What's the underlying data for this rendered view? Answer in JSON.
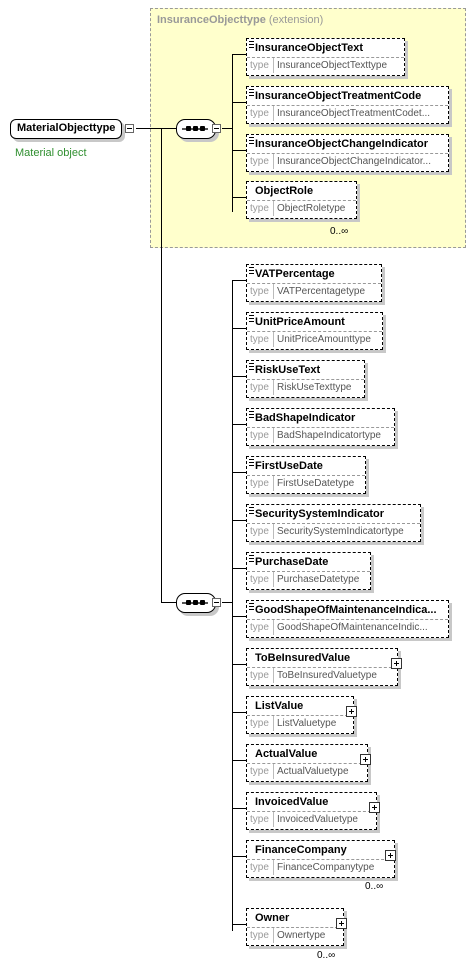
{
  "extension": {
    "name": "InsuranceObjecttype",
    "suffix": "(extension)"
  },
  "root": {
    "name": "MaterialObjecttype",
    "documentation": "Material object"
  },
  "type_label": "type",
  "group1": [
    {
      "name": "InsuranceObjectText",
      "type": "InsuranceObjectTexttype"
    },
    {
      "name": "InsuranceObjectTreatmentCode",
      "type": "InsuranceObjectTreatmentCodet..."
    },
    {
      "name": "InsuranceObjectChangeIndicator",
      "type": "InsuranceObjectChangeIndicator..."
    },
    {
      "name": "ObjectRole",
      "type": "ObjectRoletype",
      "occurs": "0..∞"
    }
  ],
  "group2": [
    {
      "name": "VATPercentage",
      "type": "VATPercentagetype"
    },
    {
      "name": "UnitPriceAmount",
      "type": "UnitPriceAmounttype"
    },
    {
      "name": "RiskUseText",
      "type": "RiskUseTexttype"
    },
    {
      "name": "BadShapeIndicator",
      "type": "BadShapeIndicatortype"
    },
    {
      "name": "FirstUseDate",
      "type": "FirstUseDatetype"
    },
    {
      "name": "SecuritySystemIndicator",
      "type": "SecuritySystemIndicatortype"
    },
    {
      "name": "PurchaseDate",
      "type": "PurchaseDatetype"
    },
    {
      "name": "GoodShapeOfMaintenanceIndica...",
      "type": "GoodShapeOfMaintenanceIndic..."
    },
    {
      "name": "ToBeInsuredValue",
      "type": "ToBeInsuredValuetype"
    },
    {
      "name": "ListValue",
      "type": "ListValuetype"
    },
    {
      "name": "ActualValue",
      "type": "ActualValuetype"
    },
    {
      "name": "InvoicedValue",
      "type": "InvoicedValuetype"
    },
    {
      "name": "FinanceCompany",
      "type": "FinanceCompanytype",
      "occurs": "0..∞"
    },
    {
      "name": "Owner",
      "type": "Ownertype",
      "occurs": "0..∞"
    }
  ]
}
